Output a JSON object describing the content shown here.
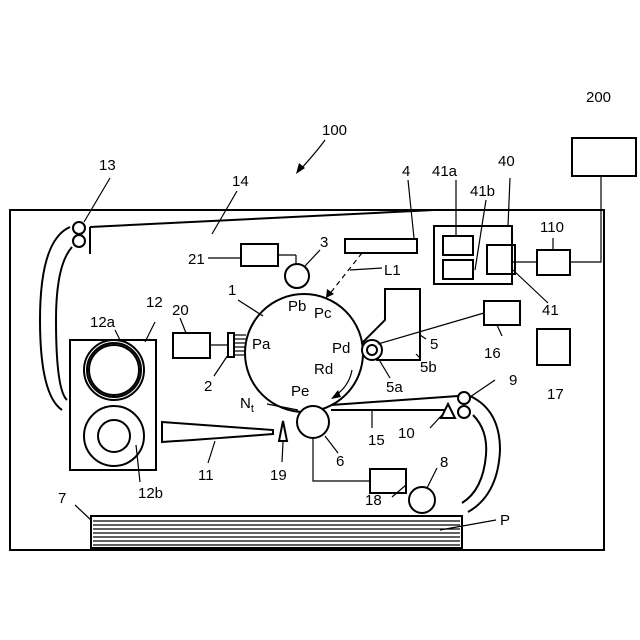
{
  "colors": {
    "line": "#000000",
    "background": "#ffffff"
  },
  "labels": {
    "n100": "100",
    "n200": "200",
    "n13": "13",
    "n14": "14",
    "n4": "4",
    "n41a": "41a",
    "n41b": "41b",
    "n40": "40",
    "n110": "110",
    "n41": "41",
    "n21": "21",
    "n3": "3",
    "nL1": "L1",
    "n1": "1",
    "nPb": "Pb",
    "nPc": "Pc",
    "nPa": "Pa",
    "nPd": "Pd",
    "nRd": "Rd",
    "nPe": "Pe",
    "n12a": "12a",
    "n12": "12",
    "n20": "20",
    "n2": "2",
    "n5": "5",
    "n5b": "5b",
    "n5a": "5a",
    "n16": "16",
    "n17": "17",
    "nNt": "N",
    "nNt_sub": "t",
    "n9": "9",
    "n10": "10",
    "n15": "15",
    "n6": "6",
    "n11": "11",
    "n19": "19",
    "n12b": "12b",
    "n8": "8",
    "n18": "18",
    "n7": "7",
    "nP": "P"
  }
}
